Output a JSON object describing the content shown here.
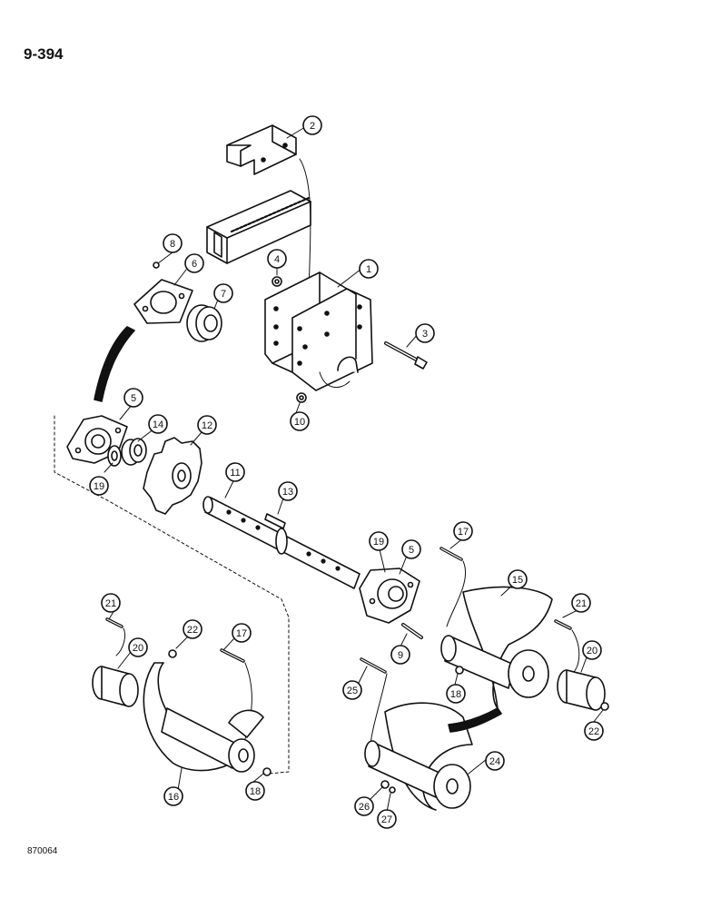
{
  "page_number": "9-394",
  "drawing_number": "870064",
  "callouts": [
    "1",
    "2",
    "3",
    "4",
    "5",
    "5",
    "6",
    "7",
    "8",
    "9",
    "10",
    "11",
    "12",
    "13",
    "14",
    "15",
    "16",
    "17",
    "17",
    "18",
    "18",
    "19",
    "19",
    "20",
    "20",
    "21",
    "21",
    "22",
    "22",
    "24",
    "25",
    "26",
    "27"
  ]
}
